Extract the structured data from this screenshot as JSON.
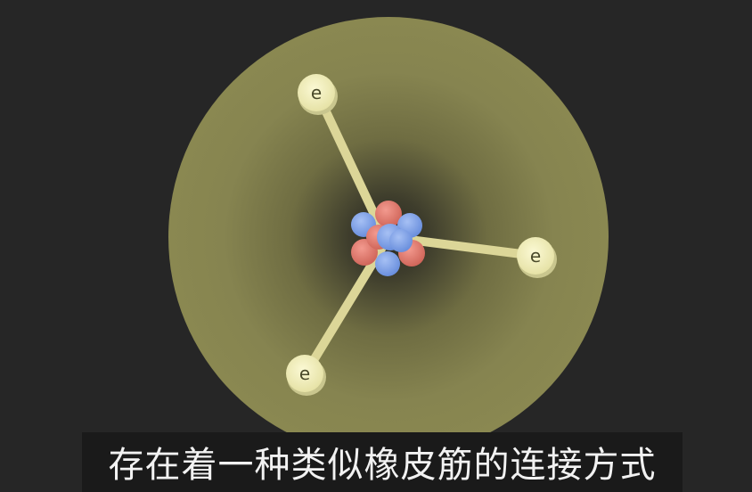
{
  "subtitle": "存在着一种类似橡皮筋的连接方式",
  "atom": {
    "electron_label": "e",
    "electron_count": 3,
    "cloud_color": "#8c8a50",
    "cloud_center_color": "#2a2a20",
    "bond_color": "#ddd89a",
    "electron_color": "#f1eeb8",
    "proton_color": "#e57a6e",
    "neutron_color": "#7ea1ea"
  }
}
